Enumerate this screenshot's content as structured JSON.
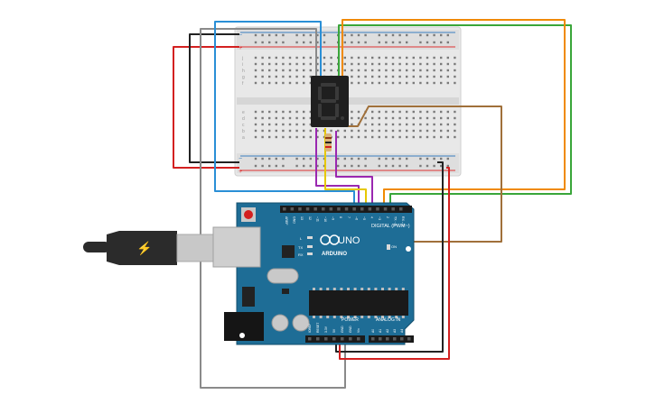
{
  "arduino": {
    "brand": "ARDUINO",
    "model": "UNO",
    "digital_header": "DIGITAL (PWM~)",
    "power_header": "POWER",
    "analog_header": "ANALOG IN",
    "tx_label": "TX",
    "rx_label": "RX",
    "l_label": "L",
    "on_label": "ON",
    "top_pin_labels": [
      "AREF",
      "GND",
      "13",
      "12",
      "~11",
      "~10",
      "~9",
      "8",
      "7",
      "~6",
      "~5",
      "4",
      "~3",
      "2",
      "TX→1",
      "RX←0"
    ],
    "power_pin_labels": [
      "IOREF",
      "RESET",
      "3.3V",
      "5V",
      "GND",
      "GND",
      "Vin"
    ],
    "analog_pin_labels": [
      "A0",
      "A1",
      "A2",
      "A3",
      "A4",
      "A5"
    ]
  },
  "display": {
    "digit": "8",
    "segment_color": "#3a3a3a",
    "body_color": "#1f1f1f"
  },
  "breadboard": {
    "row_letters_top": [
      "j",
      "i",
      "h",
      "g",
      "f"
    ],
    "row_letters_bottom": [
      "e",
      "d",
      "c",
      "b",
      "a"
    ],
    "rail_plus": "+",
    "rail_minus": "−"
  },
  "colors": {
    "board": "#1e6d96",
    "board_dark": "#17587a",
    "breadboard": "#e6e6e6",
    "red": "#d32020",
    "black": "#222222",
    "blue": "#2a8fd6",
    "gray": "#8a8a8a",
    "green": "#3aa63a",
    "orange": "#f08a00",
    "brown": "#a0703a",
    "yellow": "#e6c800",
    "purple": "#9a28b0"
  }
}
